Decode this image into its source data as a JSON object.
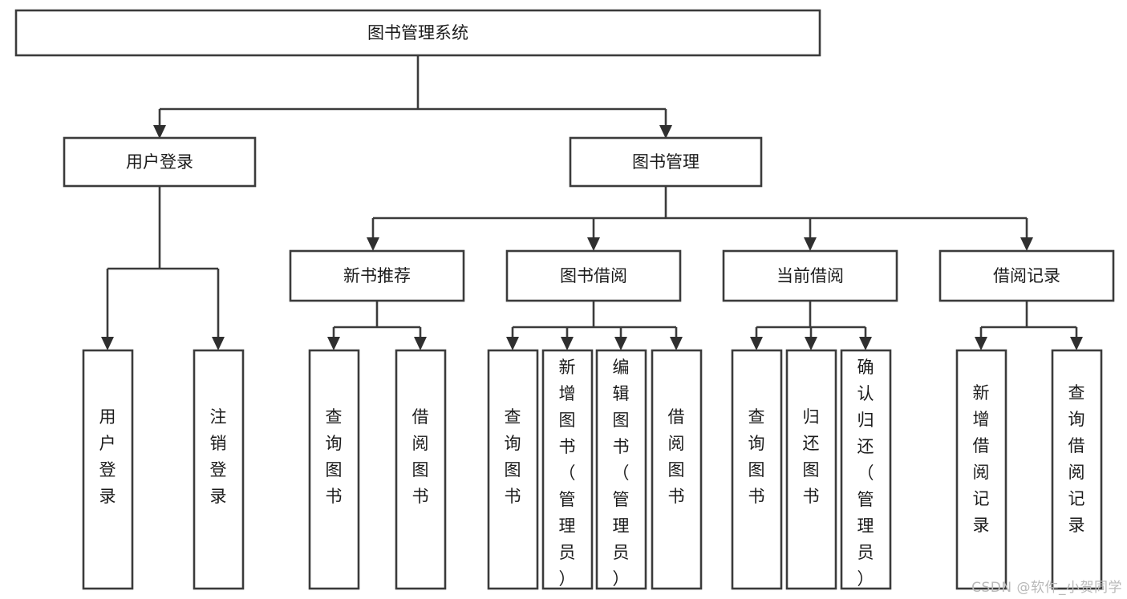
{
  "diagram": {
    "type": "tree",
    "orientation": "top-down",
    "title": "图书管理系统",
    "style": {
      "box_fill": "#ffffff",
      "box_stroke": "#3b3b3b",
      "text_color": "#1b1b1b",
      "background": "#ffffff",
      "watermark_color": "#b9b9b9"
    },
    "root": {
      "id": "root",
      "label": "图书管理系统",
      "orientation": "horizontal"
    },
    "level2": [
      {
        "id": "user-login",
        "label": "用户登录",
        "orientation": "horizontal"
      },
      {
        "id": "book-manage",
        "label": "图书管理",
        "orientation": "horizontal"
      }
    ],
    "level3": [
      {
        "id": "new-book-recommend",
        "label": "新书推荐",
        "orientation": "horizontal"
      },
      {
        "id": "book-borrow",
        "label": "图书借阅",
        "orientation": "horizontal"
      },
      {
        "id": "current-borrow",
        "label": "当前借阅",
        "orientation": "horizontal"
      },
      {
        "id": "borrow-record",
        "label": "借阅记录",
        "orientation": "horizontal"
      }
    ],
    "leaves": {
      "user_login": [
        {
          "id": "leaf-user-login",
          "label": "用户登录",
          "lines": [
            "用",
            "户",
            "登",
            "录"
          ],
          "orientation": "vertical"
        },
        {
          "id": "leaf-logout",
          "label": "注销登录",
          "lines": [
            "注",
            "销",
            "登",
            "录"
          ],
          "orientation": "vertical"
        }
      ],
      "new_book_recommend": [
        {
          "id": "leaf-query-book-1",
          "label": "查询图书",
          "lines": [
            "查",
            "询",
            "图",
            "书"
          ],
          "orientation": "vertical"
        },
        {
          "id": "leaf-borrow-book-1",
          "label": "借阅图书",
          "lines": [
            "借",
            "阅",
            "图",
            "书"
          ],
          "orientation": "vertical"
        }
      ],
      "book_borrow": [
        {
          "id": "leaf-query-book-2",
          "label": "查询图书",
          "lines": [
            "查",
            "询",
            "图",
            "书"
          ],
          "orientation": "vertical"
        },
        {
          "id": "leaf-add-book",
          "label": "新增图书（管理员）",
          "lines": [
            "新",
            "增",
            "图",
            "书",
            "（",
            "管",
            "理",
            "员",
            "）"
          ],
          "orientation": "vertical"
        },
        {
          "id": "leaf-edit-book",
          "label": "编辑图书（管理员）",
          "lines": [
            "编",
            "辑",
            "图",
            "书",
            "（",
            "管",
            "理",
            "员",
            "）"
          ],
          "orientation": "vertical"
        },
        {
          "id": "leaf-borrow-book-2",
          "label": "借阅图书",
          "lines": [
            "借",
            "阅",
            "图",
            "书"
          ],
          "orientation": "vertical"
        }
      ],
      "current_borrow": [
        {
          "id": "leaf-query-book-3",
          "label": "查询图书",
          "lines": [
            "查",
            "询",
            "图",
            "书"
          ],
          "orientation": "vertical"
        },
        {
          "id": "leaf-return-book",
          "label": "归还图书",
          "lines": [
            "归",
            "还",
            "图",
            "书"
          ],
          "orientation": "vertical"
        },
        {
          "id": "leaf-confirm-return",
          "label": "确认归还（管理员）",
          "lines": [
            "确",
            "认",
            "归",
            "还",
            "（",
            "管",
            "理",
            "员",
            "）"
          ],
          "orientation": "vertical"
        }
      ],
      "borrow_record": [
        {
          "id": "leaf-add-record",
          "label": "新增借阅记录",
          "lines": [
            "新",
            "增",
            "借",
            "阅",
            "记",
            "录"
          ],
          "orientation": "vertical"
        },
        {
          "id": "leaf-query-record",
          "label": "查询借阅记录",
          "lines": [
            "查",
            "询",
            "借",
            "阅",
            "记",
            "录"
          ],
          "orientation": "vertical"
        }
      ]
    }
  },
  "watermark": {
    "text": "CSDN @软件_小贺同学"
  }
}
